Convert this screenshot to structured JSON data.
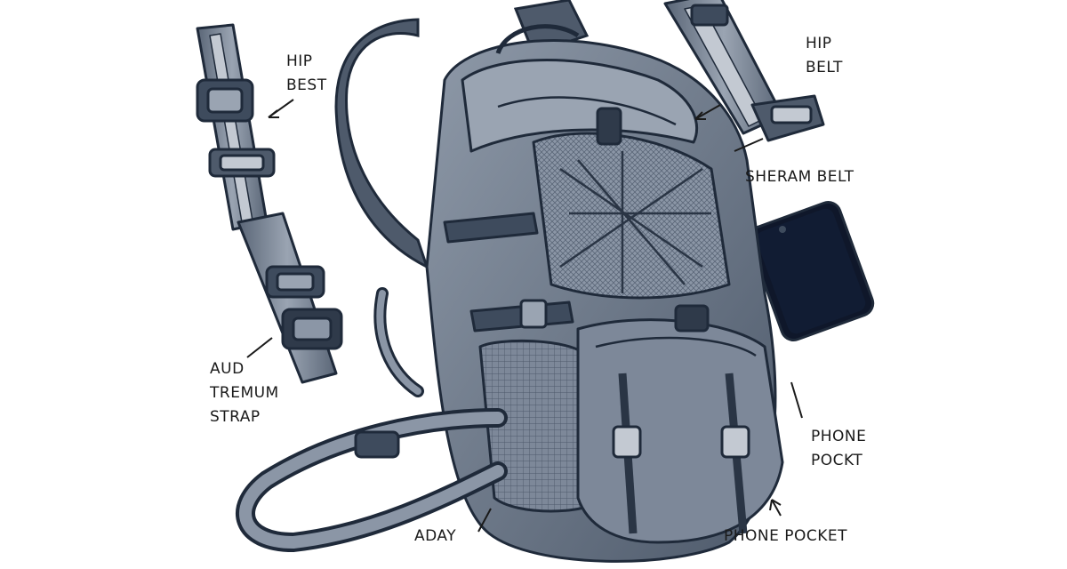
{
  "labels": {
    "hip_best": [
      "HIP",
      "BEST"
    ],
    "hip_belt": [
      "HIP",
      "BELT"
    ],
    "sheram_belt": "SHERAM BELT",
    "aud_tremum_strap": [
      "AUD",
      "TREMUM",
      "STRAP"
    ],
    "phone_pockt": [
      "PHONE",
      "POCKT"
    ],
    "aday": "ADAY",
    "phone_pocket": "PHONE POCKET"
  },
  "colors": {
    "ink": "#1f2a3a",
    "fabric_dark": "#3e4b5d",
    "fabric_mid": "#6b7788",
    "fabric_light": "#9aa4b2",
    "fabric_pale": "#c3c9d2",
    "phone": "#0f172a",
    "text": "#1a1a1a"
  }
}
